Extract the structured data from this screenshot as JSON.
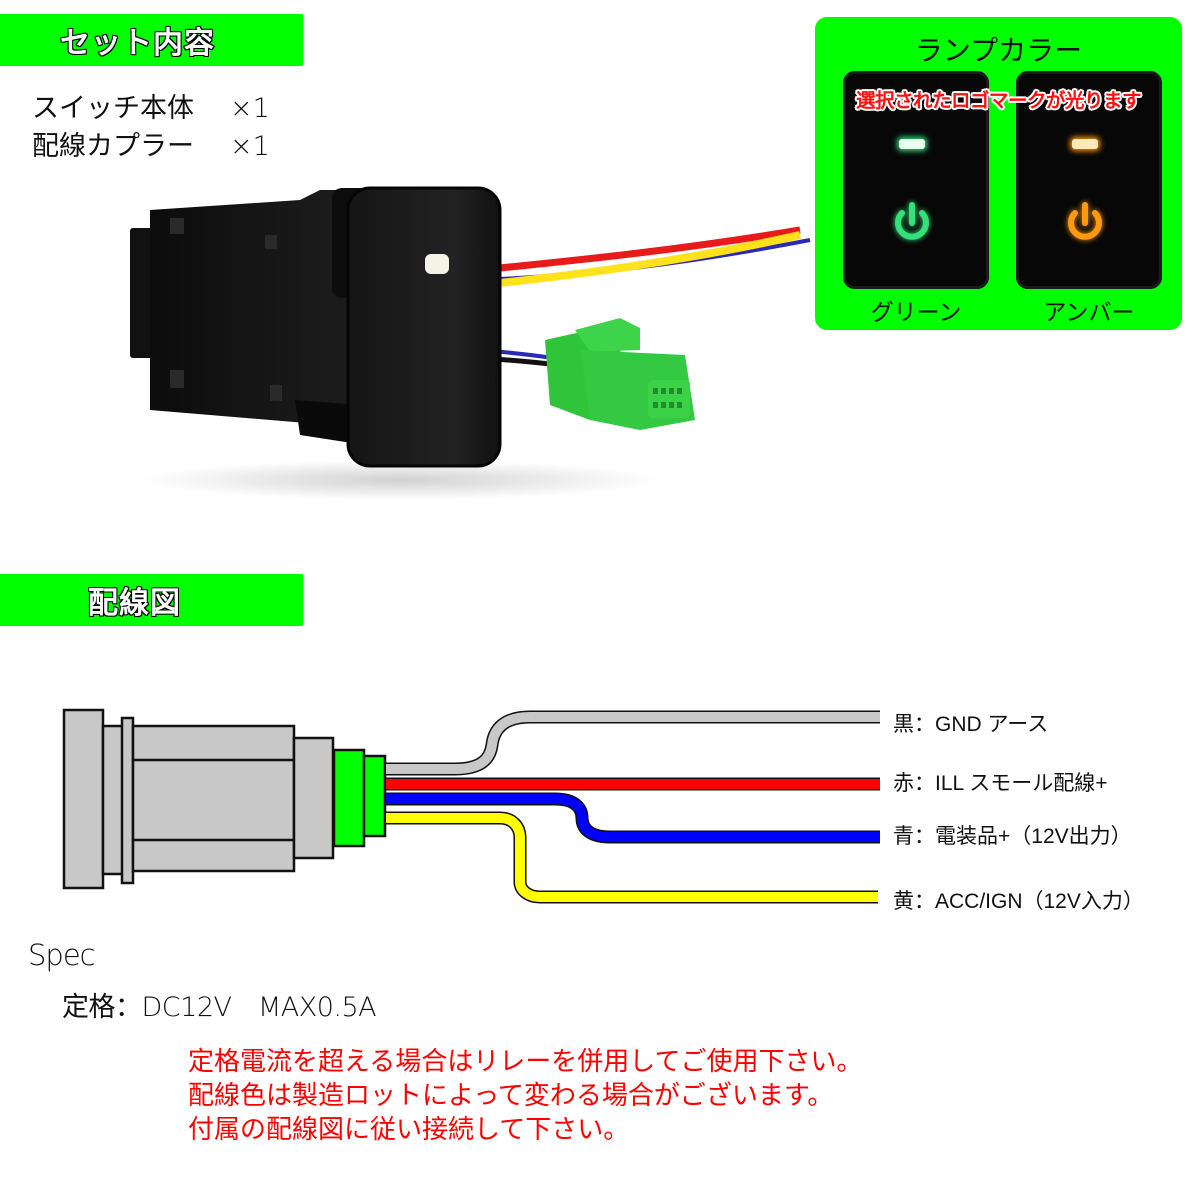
{
  "set_contents": {
    "heading": "セット内容",
    "items": [
      {
        "name": "スイッチ本体",
        "qty": "×1"
      },
      {
        "name": "配線カプラー",
        "qty": "×1"
      }
    ]
  },
  "lamp_color": {
    "title": "ランプカラー",
    "note": "選択されたロゴマークが光ります",
    "options": [
      {
        "label": "グリーン",
        "color": "#33e07a",
        "icon": "power-icon"
      },
      {
        "label": "アンバー",
        "color": "#ff9a10",
        "icon": "power-icon"
      }
    ],
    "panel_color": "#00ff00"
  },
  "wiring": {
    "heading": "配線図",
    "wires": [
      {
        "label": "黒：GND アース",
        "color": "#c8c8c8"
      },
      {
        "label": "赤：ILL スモール配線+",
        "color": "#ff0000"
      },
      {
        "label": "青：電装品+（12V出力）",
        "color": "#0000ff"
      },
      {
        "label": "黄：ACC/IGN（12V入力）",
        "color": "#ffff00"
      }
    ]
  },
  "spec": {
    "title": "Spec",
    "rating": "定格：DC12V　MAX0.5A"
  },
  "notes": [
    "定格電流を超える場合はリレーを併用してご使用下さい。",
    "配線色は製造ロットによって変わる場合がございます。",
    "付属の配線図に従い接続して下さい。"
  ],
  "accent_color": "#00ff00",
  "warning_color": "#ff0000"
}
